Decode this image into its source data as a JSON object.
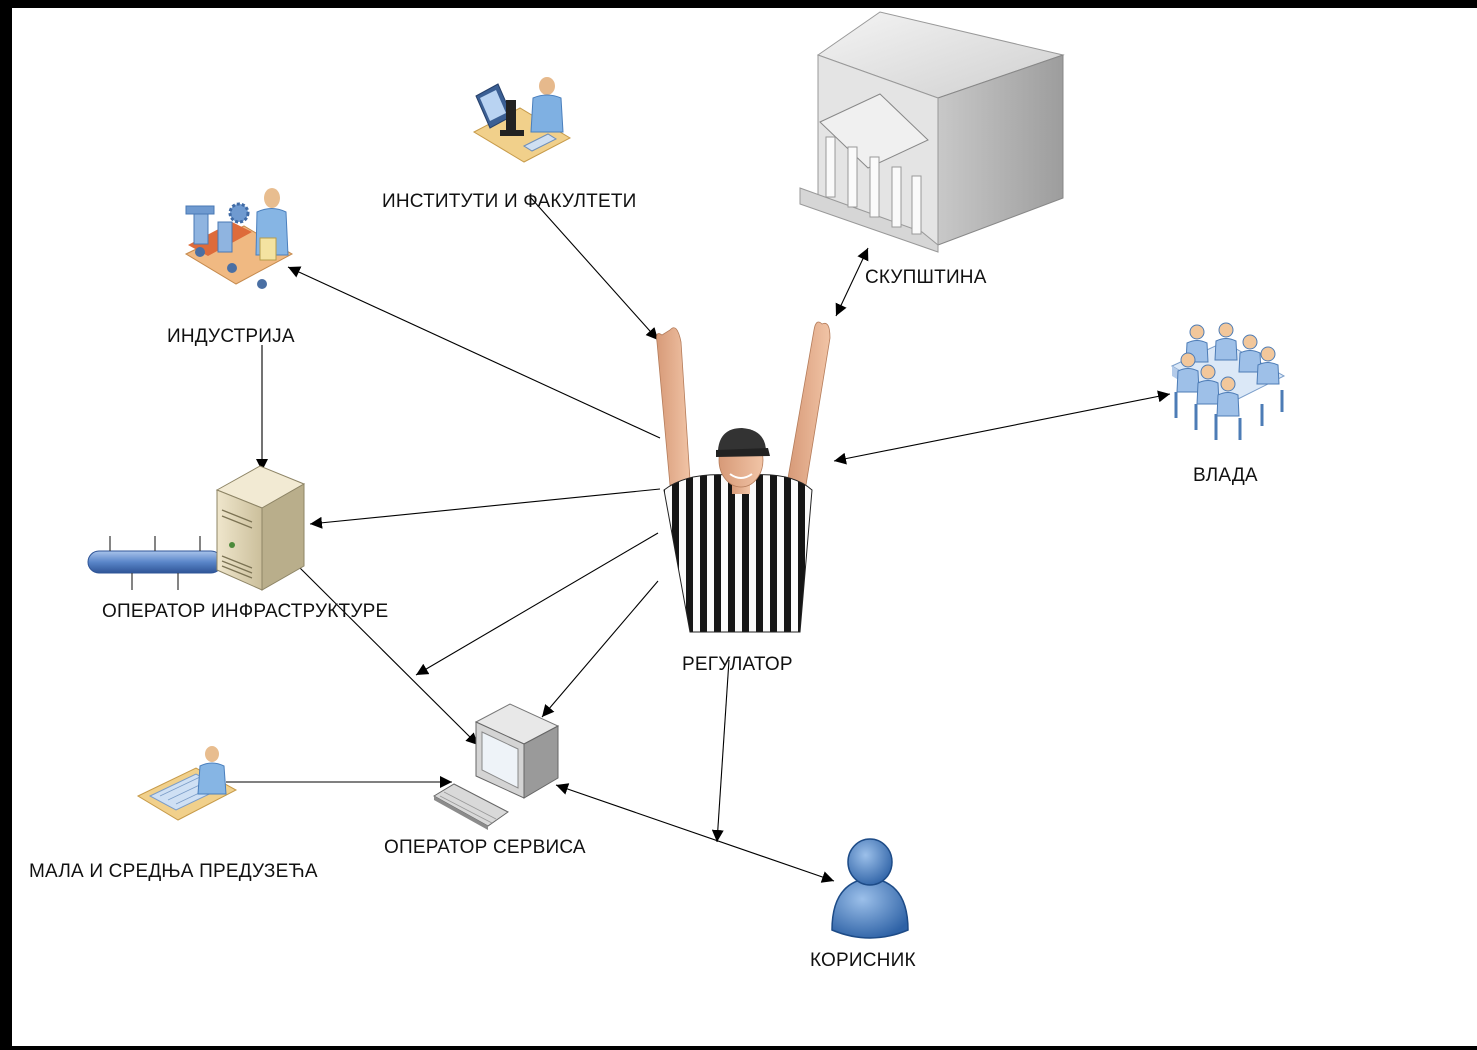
{
  "diagram": {
    "nodes": {
      "institutes": {
        "label": "ИНСТИТУТИ И ФАКУЛТЕТИ",
        "icon": "scientist-microscope-icon"
      },
      "parliament": {
        "label": "СКУПШТИНА",
        "icon": "parliament-building-icon"
      },
      "industry": {
        "label": "ИНДУСТРИЈА",
        "icon": "industry-worker-icon"
      },
      "government": {
        "label": "ВЛАДА",
        "icon": "government-meeting-icon"
      },
      "infrastructure_operator": {
        "label": "ОПЕРАТОР ИНФРАСТРУКТУРЕ",
        "icon": "server-network-icon"
      },
      "regulator": {
        "label": "РЕГУЛАТОР",
        "icon": "referee-icon"
      },
      "service_operator": {
        "label": "ОПЕРАТОР СЕРВИСА",
        "icon": "computer-terminal-icon"
      },
      "sme": {
        "label": "МАЛА И СРЕДЊА ПРЕДУЗЕЋА",
        "icon": "office-worker-desk-icon"
      },
      "user": {
        "label": "КОРИСНИК",
        "icon": "user-icon"
      }
    },
    "edges": [
      {
        "from": "institutes",
        "to": "regulator",
        "direction": "forward"
      },
      {
        "from": "parliament",
        "to": "regulator",
        "direction": "both"
      },
      {
        "from": "regulator",
        "to": "industry",
        "direction": "forward"
      },
      {
        "from": "regulator",
        "to": "government",
        "direction": "both"
      },
      {
        "from": "industry",
        "to": "infrastructure_operator",
        "direction": "forward"
      },
      {
        "from": "regulator",
        "to": "infrastructure_operator",
        "direction": "forward"
      },
      {
        "from": "regulator",
        "to": "service_operator",
        "direction": "forward"
      },
      {
        "from": "infrastructure_operator",
        "to": "service_operator",
        "direction": "forward"
      },
      {
        "from": "sme",
        "to": "service_operator",
        "direction": "forward"
      },
      {
        "from": "regulator",
        "to": "user",
        "direction": "forward"
      },
      {
        "from": "service_operator",
        "to": "user",
        "direction": "both"
      }
    ]
  }
}
